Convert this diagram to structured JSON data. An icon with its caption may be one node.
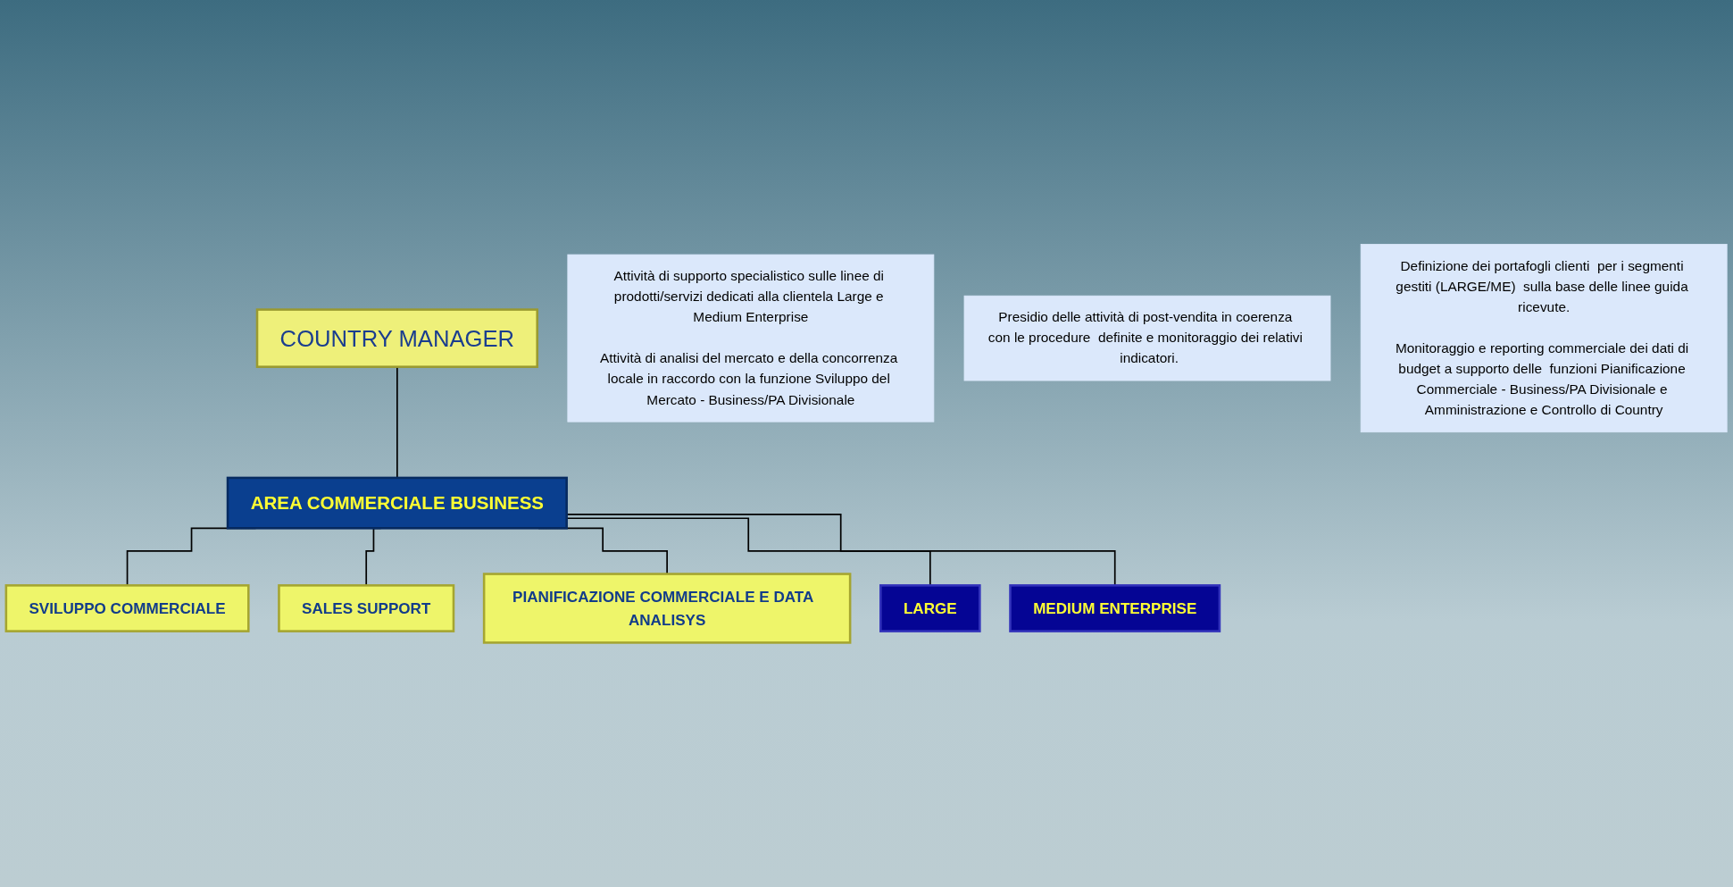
{
  "diagram": {
    "nodes": [
      {
        "text": [
          "COUNTRY MANAGER"
        ]
      },
      {
        "text": [
          "AREA COMMERCIALE BUSINESS"
        ]
      },
      {
        "text": [
          "Attività di supporto specialistico sulle linee di prodotti/servizi dedicati alla clientela Large e Medium Enterprise",
          "Attività di analisi del mercato e della concorrenza locale in raccordo con la funzione Sviluppo del Mercato - Business/PA Divisionale"
        ]
      },
      {
        "text": [
          "SVILUPPO COMMERCIALE"
        ]
      },
      {
        "text": [
          "Presidio delle attività di post-vendita in coerenza con le procedure  definite e monitoraggio dei relativi  indicatori."
        ]
      },
      {
        "text": [
          "SALES SUPPORT"
        ]
      },
      {
        "text": [
          "PIANIFICAZIONE COMMERCIALE E DATA  ANALISYS"
        ]
      },
      {
        "text": [
          "Definizione dei portafogli clienti  per i segmenti gestiti (LARGE/ME)  sulla base delle linee guida ricevute.",
          "Monitoraggio e reporting commerciale dei dati di budget a supporto delle  funzioni Pianificazione Commerciale - Business/PA Divisionale e Amministrazione e Controllo di Country"
        ]
      },
      {
        "text": [
          "LARGE"
        ]
      },
      {
        "text": [
          "MEDIUM ENTERPRISE"
        ]
      }
    ],
    "edges": [
      {
        "from": 0,
        "to": 1,
        "arrow": "none"
      },
      {
        "from": 1,
        "to": 3,
        "arrow": "none"
      },
      {
        "from": 1,
        "to": 5,
        "arrow": "none"
      },
      {
        "from": 1,
        "to": 6,
        "arrow": "none"
      },
      {
        "from": 1,
        "to": 8,
        "arrow": "none"
      },
      {
        "from": 1,
        "to": 9,
        "arrow": "none"
      }
    ]
  }
}
